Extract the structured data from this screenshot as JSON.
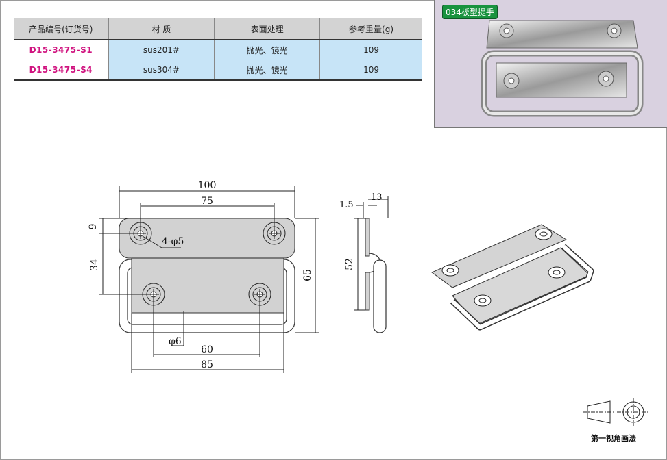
{
  "table": {
    "headers": [
      "产品编号(订货号)",
      "材  质",
      "表面处理",
      "参考重量(g)"
    ],
    "rows": [
      {
        "code": "D15-3475-S1",
        "material": "sus201#",
        "finish": "抛光、镜光",
        "weight": "109"
      },
      {
        "code": "D15-3475-S4",
        "material": "sus304#",
        "finish": "抛光、镜光",
        "weight": "109"
      }
    ]
  },
  "photo": {
    "label": "034板型提手"
  },
  "dimensions": {
    "overall_width": "100",
    "hole_spacing_top": "75",
    "offset_9": "9",
    "hole_label": "4-φ5",
    "offset_34": "34",
    "height_65": "65",
    "wire_dia": "φ6",
    "hole_spacing_bottom": "60",
    "handle_width": "85",
    "thickness": "1.5",
    "depth": "13",
    "side_height": "52"
  },
  "projection": {
    "label": "第一视角画法"
  }
}
